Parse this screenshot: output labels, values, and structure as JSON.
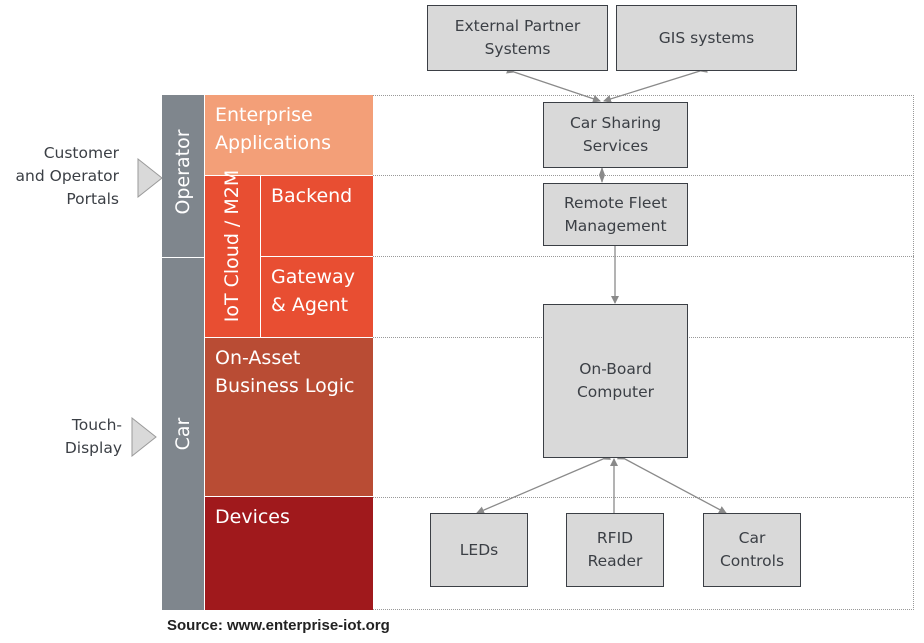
{
  "colors": {
    "band": "#7f868d",
    "enterprise": "#f39f78",
    "cloud": "#e84e32",
    "on_asset": "#b94c34",
    "devices": "#a0191c",
    "box_fill": "#d9d9d9",
    "arrow": "#8a8a8a"
  },
  "side_labels": {
    "portals": "Customer\nand Operator\nPortals",
    "touch": "Touch-\nDisplay"
  },
  "bands": {
    "operator": "Operator",
    "car": "Car"
  },
  "layers": {
    "enterprise": "Enterprise Applications",
    "iot_cloud": "IoT Cloud / M2M",
    "backend": "Backend",
    "gateway": "Gateway & Agent",
    "on_asset": "On-Asset Business Logic",
    "devices": "Devices"
  },
  "components": {
    "external_partner": "External Partner Systems",
    "gis": "GIS systems",
    "car_sharing": "Car Sharing Services",
    "remote_fleet": "Remote Fleet Management",
    "on_board": "On-Board Computer",
    "leds": "LEDs",
    "rfid": "RFID Reader",
    "car_controls": "Car Controls"
  },
  "source": "Source: www.enterprise-iot.org"
}
